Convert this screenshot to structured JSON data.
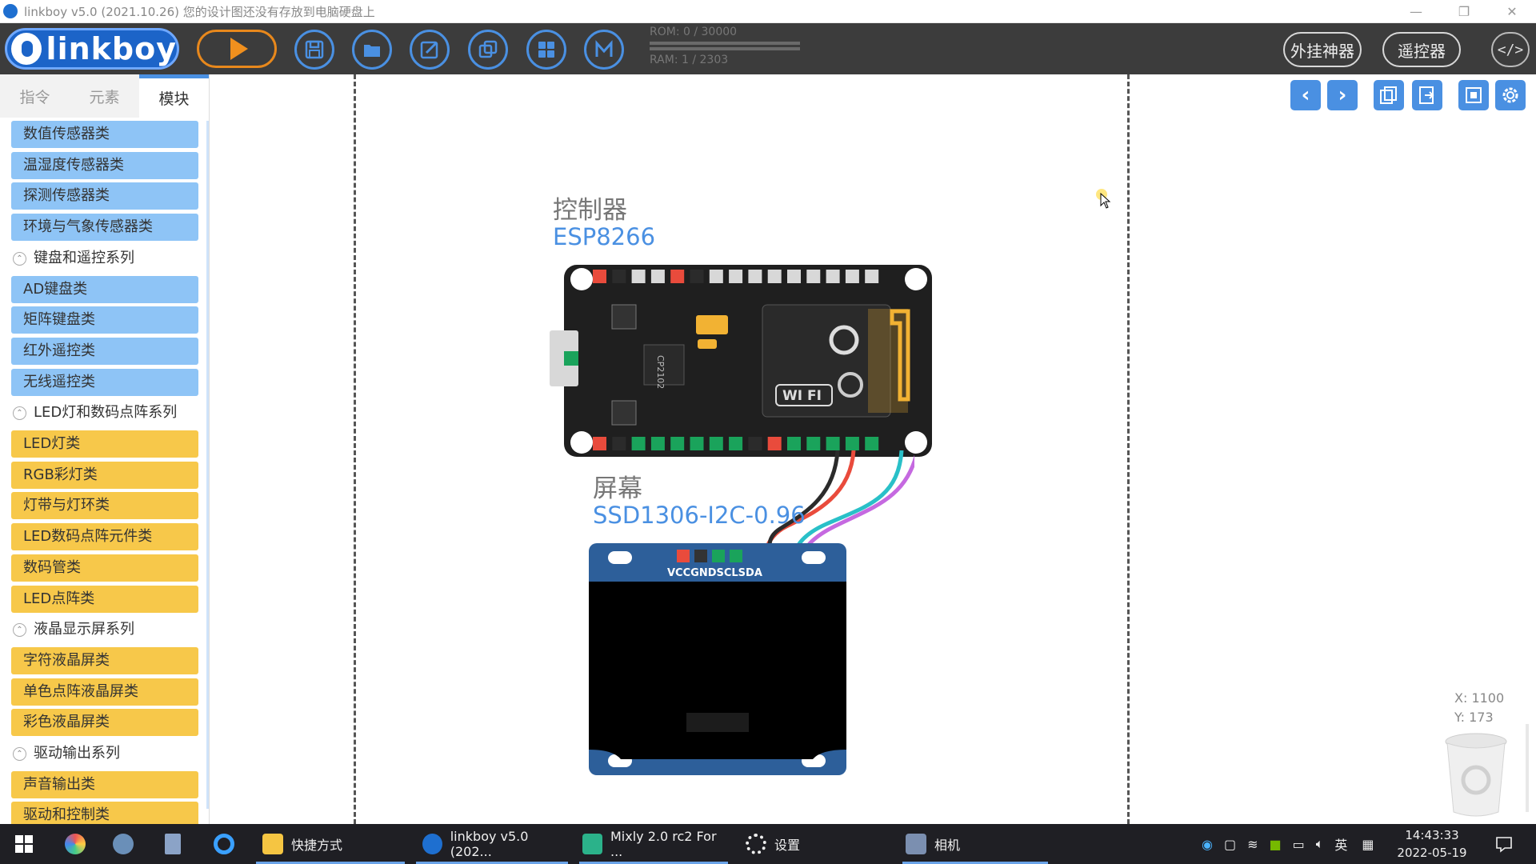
{
  "window": {
    "title": "linkboy v5.0 (2021.10.26) 您的设计图还没有存放到电脑硬盘上",
    "controls": [
      "—",
      "❐",
      "✕"
    ]
  },
  "toolbar": {
    "logo_text": "linkboy",
    "rom_text": "ROM: 0 / 30000",
    "ram_text": "RAM: 1 / 2303",
    "rom_fraction": 0.0,
    "ram_fraction": 0.0004,
    "plugin_label": "外挂神器",
    "remote_label": "遥控器",
    "code_label": "</>",
    "icons": [
      "run-icon",
      "save-icon",
      "open-folder-icon",
      "edit-icon",
      "copy-icon",
      "grid-icon",
      "m-icon"
    ]
  },
  "sidebar": {
    "tabs": [
      {
        "label": "指令",
        "active": false
      },
      {
        "label": "元素",
        "active": false
      },
      {
        "label": "模块",
        "active": true
      }
    ],
    "items": [
      {
        "type": "item",
        "color": "blue",
        "label": "数值传感器类"
      },
      {
        "type": "item",
        "color": "blue",
        "label": "温湿度传感器类"
      },
      {
        "type": "item",
        "color": "blue",
        "label": "探测传感器类"
      },
      {
        "type": "item",
        "color": "blue",
        "label": "环境与气象传感器类"
      },
      {
        "type": "group",
        "label": "键盘和遥控系列"
      },
      {
        "type": "item",
        "color": "blue",
        "label": "AD键盘类"
      },
      {
        "type": "item",
        "color": "blue",
        "label": "矩阵键盘类"
      },
      {
        "type": "item",
        "color": "blue",
        "label": "红外遥控类"
      },
      {
        "type": "item",
        "color": "blue",
        "label": "无线遥控类"
      },
      {
        "type": "group",
        "label": "LED灯和数码点阵系列"
      },
      {
        "type": "item",
        "color": "yellow",
        "label": "LED灯类"
      },
      {
        "type": "item",
        "color": "yellow",
        "label": "RGB彩灯类"
      },
      {
        "type": "item",
        "color": "yellow",
        "label": "灯带与灯环类"
      },
      {
        "type": "item",
        "color": "yellow",
        "label": "LED数码点阵元件类"
      },
      {
        "type": "item",
        "color": "yellow",
        "label": "数码管类"
      },
      {
        "type": "item",
        "color": "yellow",
        "label": "LED点阵类"
      },
      {
        "type": "group",
        "label": "液晶显示屏系列"
      },
      {
        "type": "item",
        "color": "yellow",
        "label": "字符液晶屏类"
      },
      {
        "type": "item",
        "color": "yellow",
        "label": "单色点阵液晶屏类"
      },
      {
        "type": "item",
        "color": "yellow",
        "label": "彩色液晶屏类"
      },
      {
        "type": "group",
        "label": "驱动输出系列"
      },
      {
        "type": "item",
        "color": "yellow",
        "label": "声音输出类"
      },
      {
        "type": "item",
        "color": "yellow",
        "label": "驱动和控制类"
      }
    ]
  },
  "canvas": {
    "controller": {
      "label": "控制器",
      "model": "ESP8266"
    },
    "screen": {
      "label": "屏幕",
      "model": "SSD1306-I2C-0.96",
      "pins_label": "VCCGNDSCLSDA"
    },
    "coords": {
      "x": "X: 1100",
      "y": "Y: 173"
    },
    "board_text": {
      "chip": "CP2102",
      "wifi": "WI FI"
    }
  },
  "taskbar": {
    "items": [
      {
        "label": "快捷方式",
        "icon": "folder-icon"
      },
      {
        "label": "linkboy v5.0 (202...",
        "icon": "linkboy-icon"
      },
      {
        "label": "Mixly 2.0 rc2 For ...",
        "icon": "mixly-icon"
      },
      {
        "label": "设置",
        "icon": "gear-icon"
      },
      {
        "label": "相机",
        "icon": "camera-icon"
      }
    ],
    "ime": "英",
    "time": "14:43:33",
    "date": "2022-05-19"
  },
  "colors": {
    "accent": "#4a90e2",
    "toolbar_bg": "#3c3c3c",
    "sidebar_blue": "#8ec4f6",
    "sidebar_yellow": "#f7c84a",
    "run_orange": "#f0901e"
  }
}
